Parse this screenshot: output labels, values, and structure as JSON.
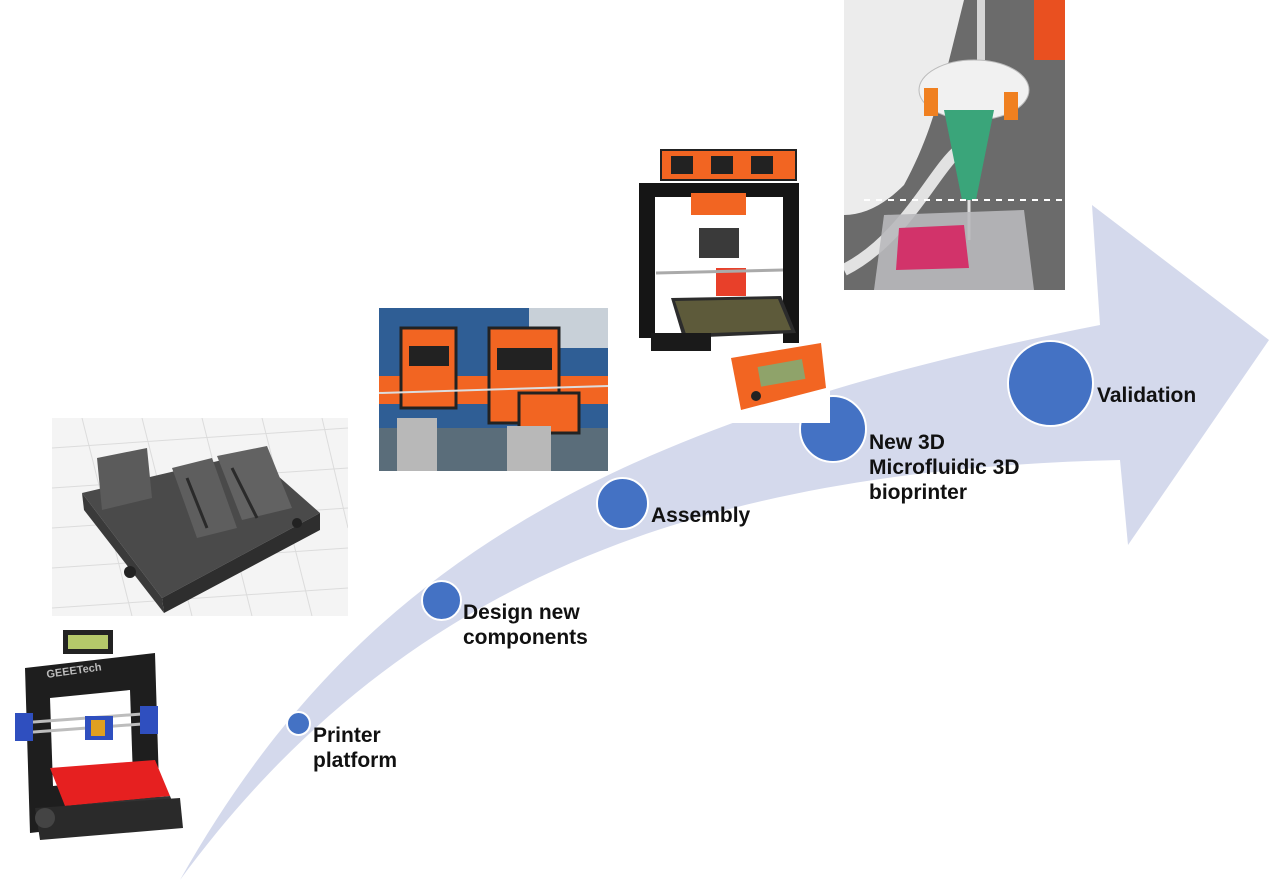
{
  "colors": {
    "arrow_fill": "#d4d9ec",
    "dot_fill": "#4472c4",
    "label_text": "#111111",
    "accent_orange": "#f26522"
  },
  "steps": [
    {
      "label": "Printer\nplatform"
    },
    {
      "label": "Design new\ncomponents"
    },
    {
      "label": "Assembly"
    },
    {
      "label": "New 3D\nMicrofluidic 3D\nbioprinter"
    },
    {
      "label": "Validation"
    }
  ],
  "images": [
    {
      "name": "geeetech-printer-photo",
      "logo_text": "GEEETech"
    },
    {
      "name": "cad-component-render"
    },
    {
      "name": "orange-components-photo"
    },
    {
      "name": "bioprinter-assembly-photo"
    },
    {
      "name": "microfluidic-printhead-photo"
    }
  ]
}
